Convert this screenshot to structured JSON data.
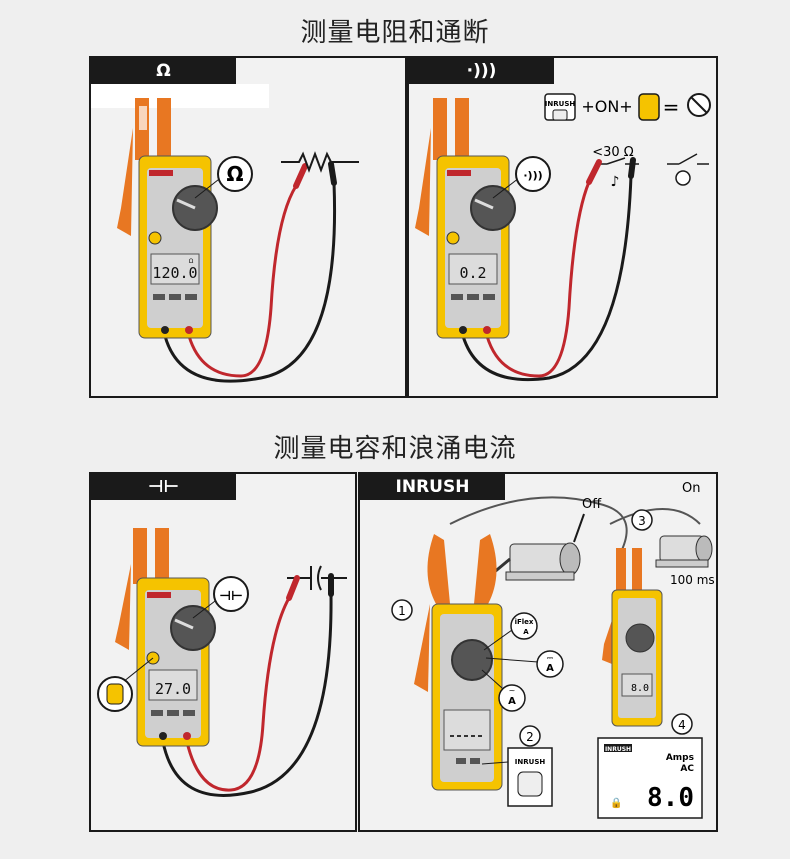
{
  "headings": {
    "resistance_continuity": "测量电阻和通断",
    "capacitance_inrush": "测量电容和浪涌电流"
  },
  "panels": {
    "resistance": {
      "tab_symbol": "Ω",
      "dial_symbol": "Ω",
      "display_reading": "120.0",
      "display_unit": "Ω"
    },
    "continuity": {
      "tab_symbol": "·)))",
      "dial_symbol": "·)))",
      "display_reading": "0.2",
      "formula_inrush": "INRUSH",
      "formula_plus_on": "+ON+",
      "threshold": "<30 Ω"
    },
    "capacitance": {
      "tab_symbol": "⊣⊢",
      "dial_symbol": "⊣⊢",
      "display_reading": "27.0"
    },
    "inrush": {
      "tab_label": "INRUSH",
      "motor_off_label": "Off",
      "motor_on_label": "On",
      "time_label": "100 ms",
      "steps": [
        "1",
        "2",
        "3",
        "4"
      ],
      "iflex_label": "iFlex",
      "iflex_unit": "A",
      "dc_amp_label": "A",
      "ac_amp_label": "A",
      "button_label": "INRUSH",
      "display_tag": "INRUSH",
      "display_units": "Amps",
      "display_mode": "AC",
      "display_reading": "8.0"
    }
  },
  "colors": {
    "meter_yellow": "#f5c300",
    "meter_orange": "#e87722",
    "lead_red": "#c0272d",
    "lead_black": "#1a1a1a",
    "lcd": "#dcdcdc"
  }
}
